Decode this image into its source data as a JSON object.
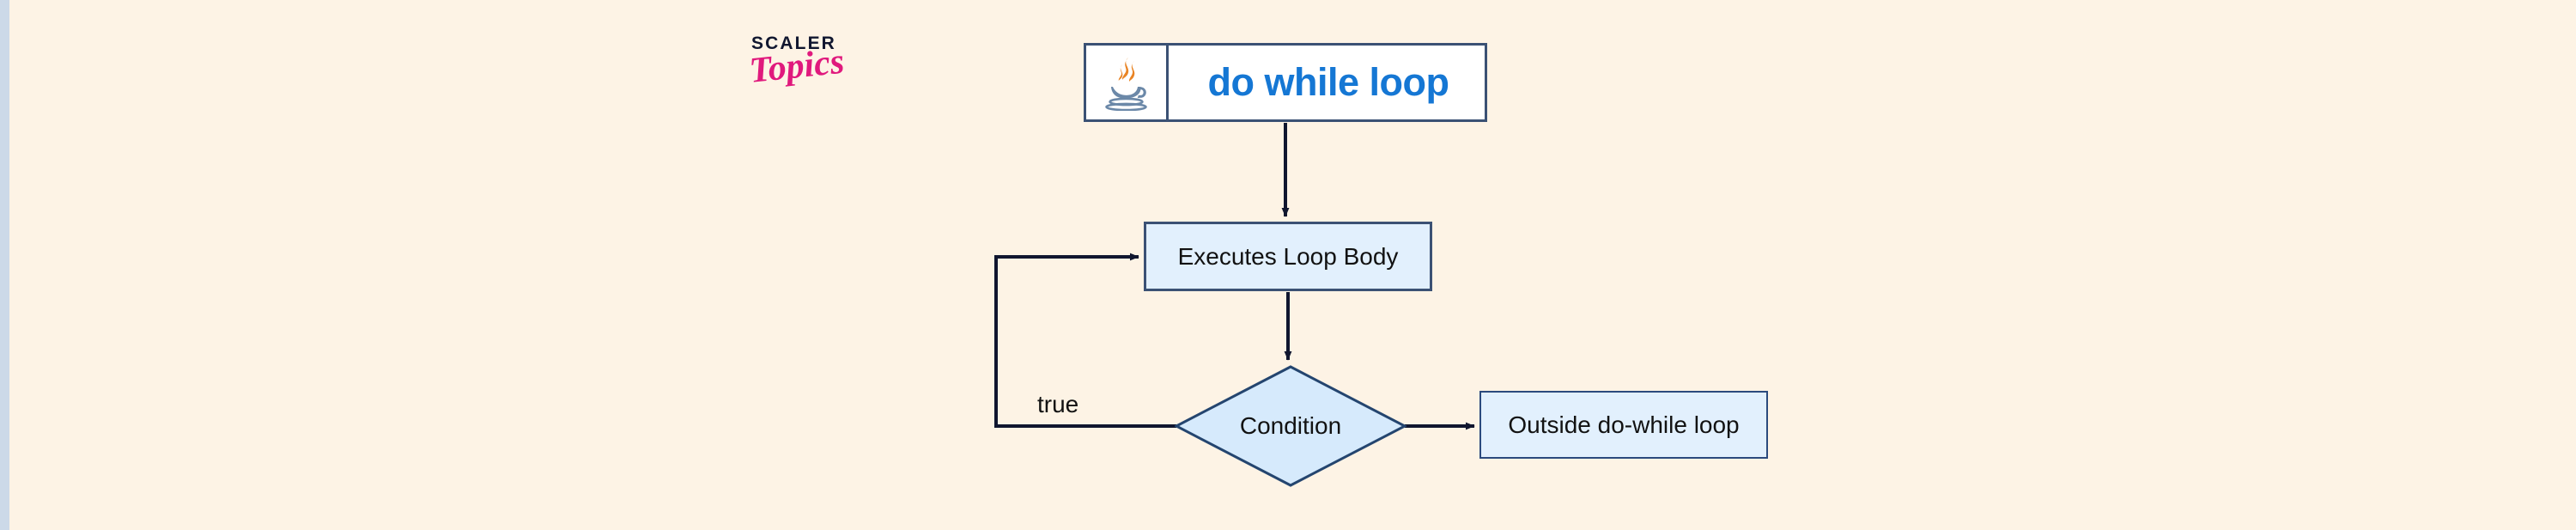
{
  "page": {
    "background_color": "#fdf3e5",
    "gutter_color": "#ccd9e8",
    "diagram_type": "flowchart",
    "topic": "Java do while loop"
  },
  "logo": {
    "line1": "SCALER",
    "line2": "Topics",
    "line1_color": "#10162f",
    "line2_color": "#e0197d"
  },
  "title": {
    "text": "do while loop",
    "text_color": "#1577d4",
    "icon": "java-coffee-cup-icon",
    "border_color": "#3b5174",
    "fill_color": "#ffffff"
  },
  "nodes": [
    {
      "id": "loop-body",
      "shape": "rectangle",
      "label": "Executes Loop Body",
      "fill_color": "#e2f0fd",
      "border_color": "#3b5174"
    },
    {
      "id": "condition",
      "shape": "diamond",
      "label": "Condition",
      "fill_color": "#d6eafc",
      "border_color": "#24456f"
    },
    {
      "id": "outside",
      "shape": "rectangle",
      "label": "Outside do-while loop",
      "fill_color": "#e2f0fd",
      "border_color": "#2b4a7d"
    }
  ],
  "edges": [
    {
      "id": "title-to-body",
      "from": "title",
      "to": "loop-body",
      "label": "",
      "arrow": true
    },
    {
      "id": "body-to-condition",
      "from": "loop-body",
      "to": "condition",
      "label": "",
      "arrow": true
    },
    {
      "id": "condition-to-outside",
      "from": "condition",
      "to": "outside",
      "label": "",
      "arrow": true
    },
    {
      "id": "condition-back-to-body",
      "from": "condition",
      "to": "loop-body",
      "label": "true",
      "arrow": true
    }
  ],
  "edge_labels": {
    "true": "true"
  },
  "colors": {
    "line": "#10162f",
    "node_fill": "#e2f0fd",
    "diamond_fill": "#d6eafc",
    "node_border": "#3b5174",
    "accent_blue": "#1577d4",
    "accent_pink": "#e0197d",
    "background": "#fdf3e5"
  }
}
